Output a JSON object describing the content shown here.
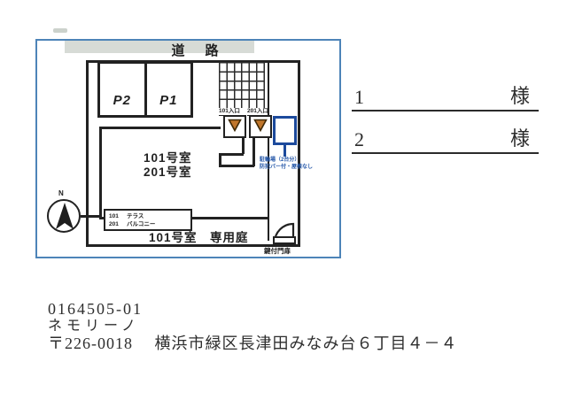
{
  "colors": {
    "frame_blue": "#4d84b8",
    "line_black": "#222222",
    "bike_blue": "#1c4a9c",
    "bike_text_blue": "#2356a8",
    "marker_orange": "#c0762c",
    "scan_gray": "#d7dbd6"
  },
  "plan": {
    "road": "道　路",
    "p2": "P2",
    "p1": "P1",
    "entrance101": "101入口",
    "entrance201": "201入口",
    "room101": "101号室",
    "room201": "201号室",
    "terrace_no": "101",
    "terrace": "テラス",
    "balcony_no": "201",
    "balcony": "バルコニー",
    "garden": "101号室　専用庭",
    "bike1": "駐輪場（2台分）",
    "bike2": "防犯バー付・屋根なし",
    "gate": "鍵付門扉",
    "north": "N"
  },
  "recipients": [
    {
      "no": "1",
      "honorific": "様"
    },
    {
      "no": "2",
      "honorific": "様"
    }
  ],
  "footer": {
    "code": "0164505-01",
    "name": "ネモリーノ",
    "address": "〒226-0018　 横浜市緑区長津田みなみ台６丁目４－４"
  }
}
